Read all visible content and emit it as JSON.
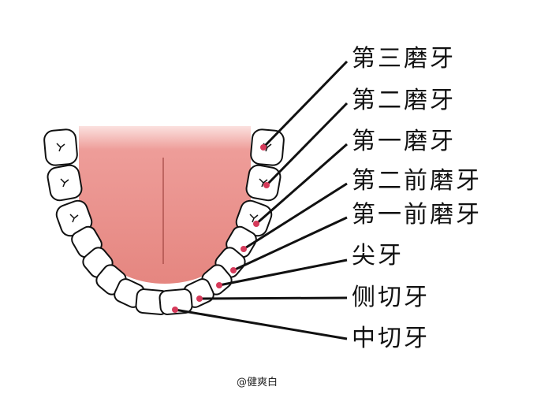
{
  "labels": [
    "第三磨牙",
    "第二磨牙",
    "第一磨牙",
    "第二前磨牙",
    "第一前磨牙",
    "尖牙",
    "侧切牙",
    "中切牙"
  ],
  "watermark": "@健爽白",
  "colors": {
    "tongue": "#e9918d",
    "dot": "#d63a5a",
    "outline": "#111111"
  }
}
